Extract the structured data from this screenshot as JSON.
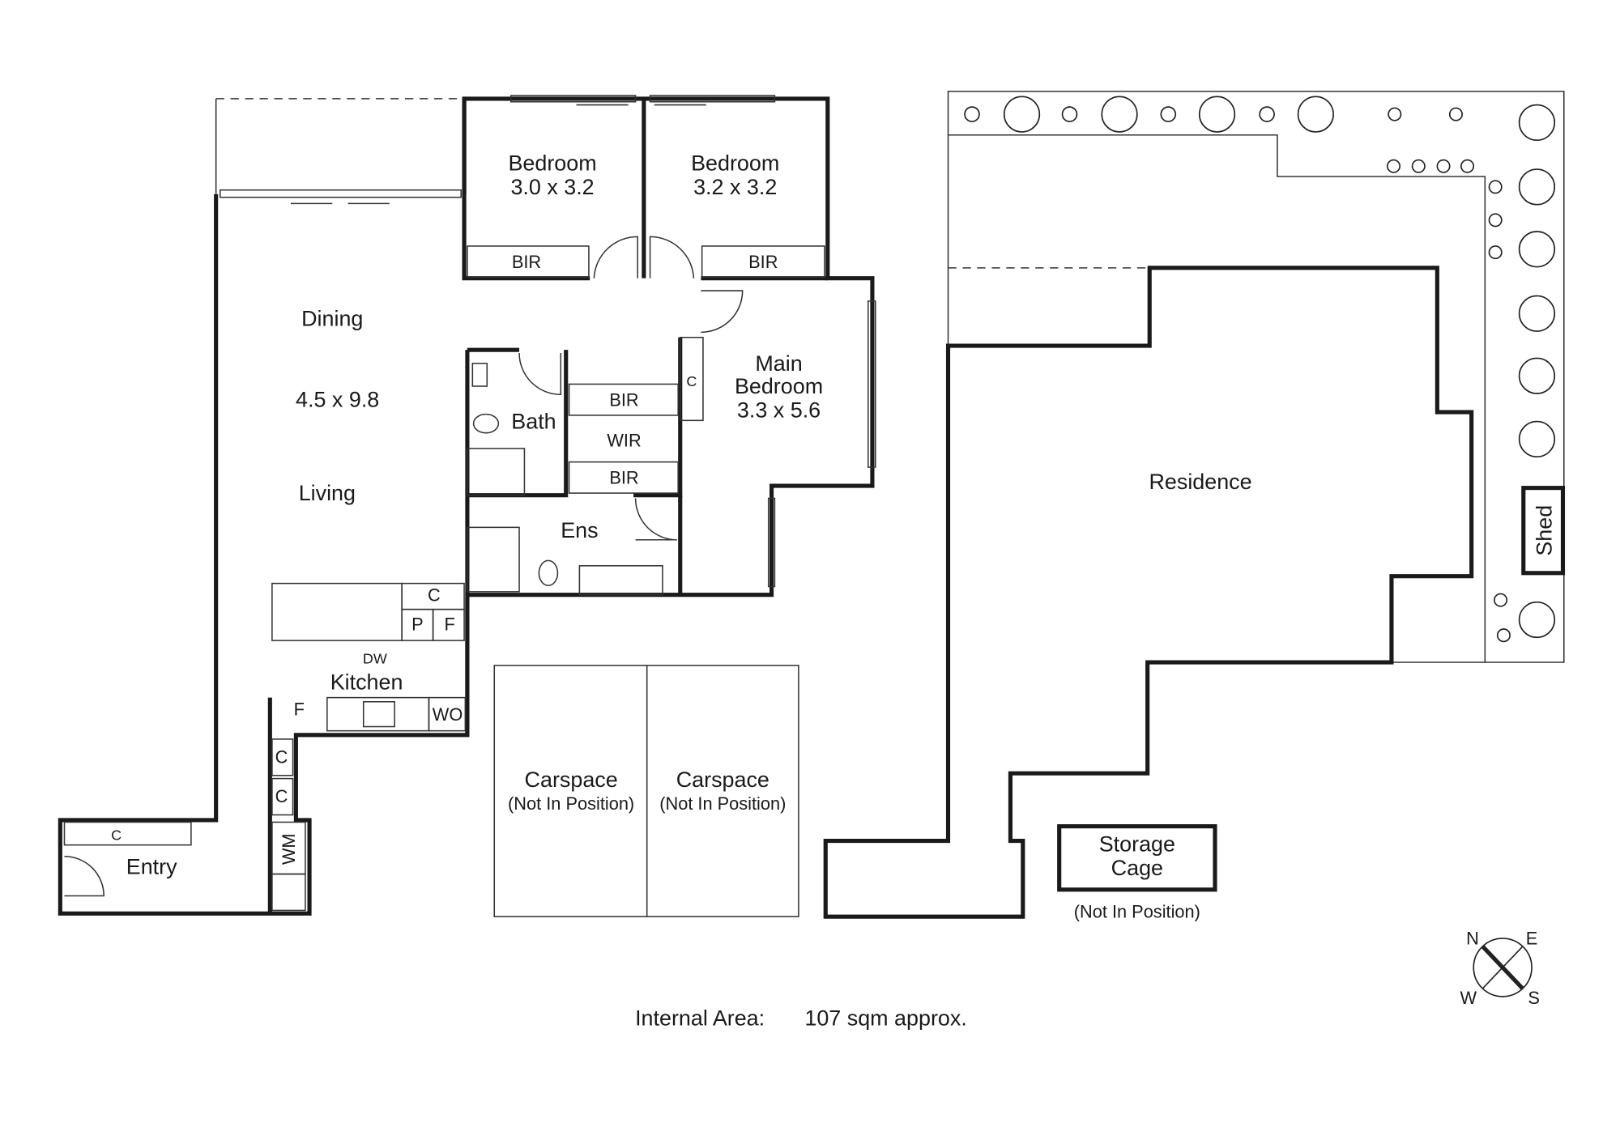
{
  "rooms": {
    "bedroom2": {
      "name": "Bedroom",
      "size": "3.0 x 3.2"
    },
    "bedroom3": {
      "name": "Bedroom",
      "size": "3.2 x 3.2"
    },
    "dining": "Dining",
    "living_size": "4.5 x 9.8",
    "living": "Living",
    "main_bedroom": {
      "line1": "Main",
      "line2": "Bedroom",
      "size": "3.3 x 5.6"
    },
    "bath": "Bath",
    "ens": "Ens",
    "wir": "WIR",
    "kitchen": "Kitchen",
    "entry": "Entry",
    "residence": "Residence",
    "shed": "Shed",
    "storage": {
      "line1": "Storage",
      "line2": "Cage",
      "note": "(Not In Position)"
    },
    "carspace1": {
      "name": "Carspace",
      "note": "(Not In Position)"
    },
    "carspace2": {
      "name": "Carspace",
      "note": "(Not In Position)"
    }
  },
  "fixtures": {
    "bir": "BIR",
    "c": "C",
    "p": "P",
    "f": "F",
    "dw": "DW",
    "wo": "WO",
    "wm": "WM"
  },
  "compass": {
    "n": "N",
    "e": "E",
    "s": "S",
    "w": "W"
  },
  "footer": {
    "area_label": "Internal Area:",
    "area_value": "107 sqm approx."
  }
}
